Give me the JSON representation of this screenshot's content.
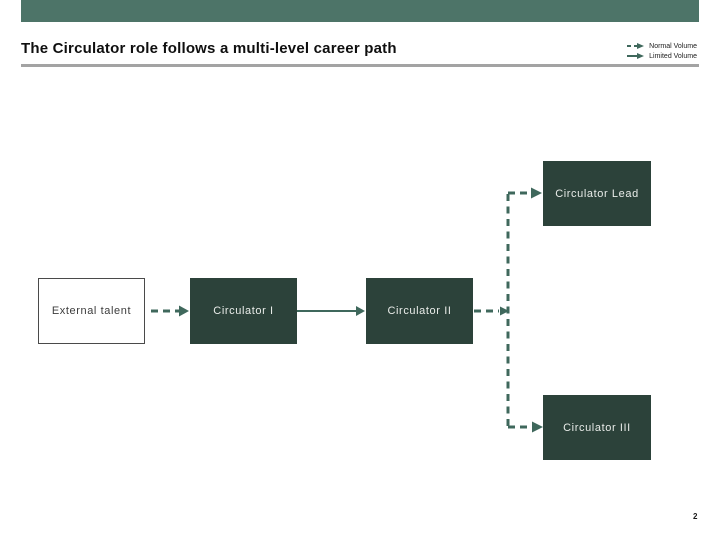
{
  "slide": {
    "title": "The Circulator role follows a multi-level career path",
    "page_number": "2"
  },
  "legend": {
    "items": [
      {
        "label": "Normal Volume",
        "style": "dashed-arrow"
      },
      {
        "label": "Limited Volume",
        "style": "solid-arrow"
      }
    ]
  },
  "diagram": {
    "boxes": [
      {
        "id": "external-talent",
        "label": "External talent",
        "variant": "outline"
      },
      {
        "id": "circulator-1",
        "label": "Circulator I",
        "variant": "filled"
      },
      {
        "id": "circulator-2",
        "label": "Circulator II",
        "variant": "filled"
      },
      {
        "id": "circulator-lead",
        "label": "Circulator Lead",
        "variant": "filled"
      },
      {
        "id": "circulator-3",
        "label": "Circulator III",
        "variant": "filled"
      }
    ],
    "connectors": [
      {
        "from": "external-talent",
        "to": "circulator-1",
        "style": "dashed"
      },
      {
        "from": "circulator-1",
        "to": "circulator-2",
        "style": "solid"
      },
      {
        "from": "circulator-2",
        "to": "circulator-lead",
        "style": "dashed"
      },
      {
        "from": "circulator-2",
        "to": "circulator-3",
        "style": "dashed"
      }
    ]
  },
  "colors": {
    "top_bar": "#4d7468",
    "box_fill": "#2c423a",
    "box_text": "#e9ece9",
    "connector": "#3f685c",
    "title_rule": "#a3a3a3"
  }
}
